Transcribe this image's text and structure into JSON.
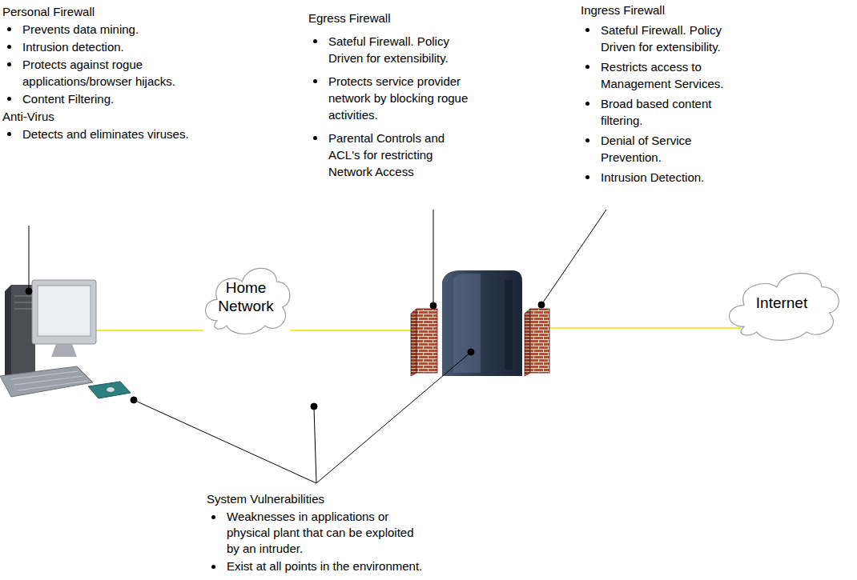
{
  "diagram": {
    "nodes": [
      {
        "text": [
          "Home Network"
        ]
      },
      {
        "text": [
          "Internet"
        ]
      }
    ],
    "labels": [
      "Personal Firewall",
      "Prevents data mining.",
      "Intrusion detection.",
      "Protects against rogue applications/browser hijacks.",
      "Content Filtering.",
      "Anti-Virus",
      "Detects and eliminates viruses.",
      "Egress Firewall",
      "Sateful Firewall. Policy Driven for extensibility.",
      "Protects service provider network by blocking rogue activities.",
      "Parental Controls and ACL's for restricting Network Access",
      "Ingress Firewall",
      "Sateful Firewall. Policy Driven for extensibility.",
      "Restricts access to Management Services.",
      "Broad based content filtering.",
      "Denial of Service Prevention.",
      "Intrusion Detection.",
      "System Vulnerabilities",
      "Weaknesses in applications or physical plant that can be exploited by an intruder.",
      "Exist at all points in the environment."
    ]
  }
}
